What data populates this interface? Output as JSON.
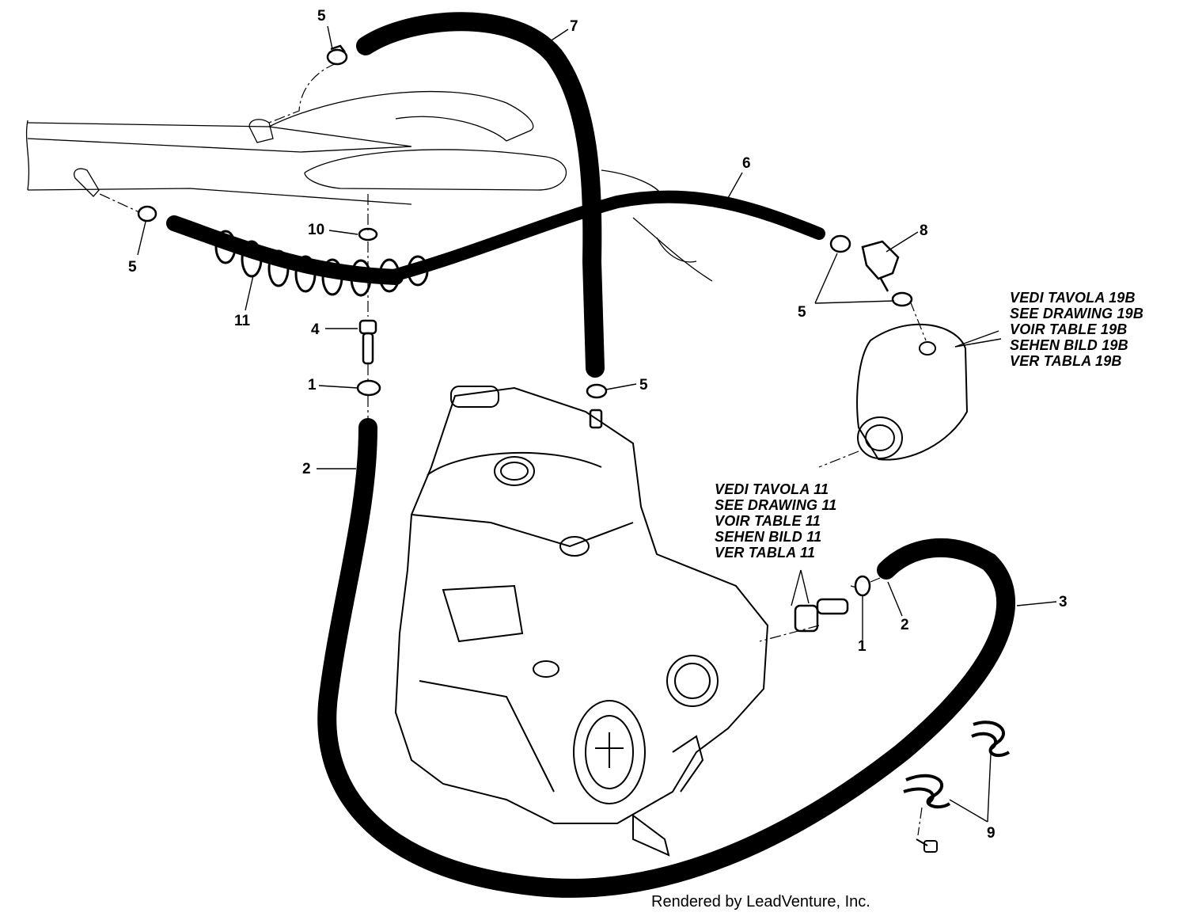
{
  "callouts": [
    {
      "id": "c5a",
      "label": "5"
    },
    {
      "id": "c7",
      "label": "7"
    },
    {
      "id": "c6",
      "label": "6"
    },
    {
      "id": "c5b",
      "label": "5"
    },
    {
      "id": "c10",
      "label": "10"
    },
    {
      "id": "c11",
      "label": "11"
    },
    {
      "id": "c8",
      "label": "8"
    },
    {
      "id": "c5c",
      "label": "5"
    },
    {
      "id": "c4",
      "label": "4"
    },
    {
      "id": "c1a",
      "label": "1"
    },
    {
      "id": "c5d",
      "label": "5"
    },
    {
      "id": "c2a",
      "label": "2"
    },
    {
      "id": "c3",
      "label": "3"
    },
    {
      "id": "c2b",
      "label": "2"
    },
    {
      "id": "c1b",
      "label": "1"
    },
    {
      "id": "c9",
      "label": "9"
    }
  ],
  "references": {
    "drawing_19b": [
      "VEDI TAVOLA 19B",
      "SEE DRAWING 19B",
      "VOIR TABLE 19B",
      "SEHEN BILD 19B",
      "VER TABLA 19B"
    ],
    "drawing_11": [
      "VEDI TAVOLA 11",
      "SEE DRAWING 11",
      "VOIR TABLE 11",
      "SEHEN BILD 11",
      "VER TABLA 11"
    ]
  },
  "footer": "Rendered by LeadVenture, Inc."
}
